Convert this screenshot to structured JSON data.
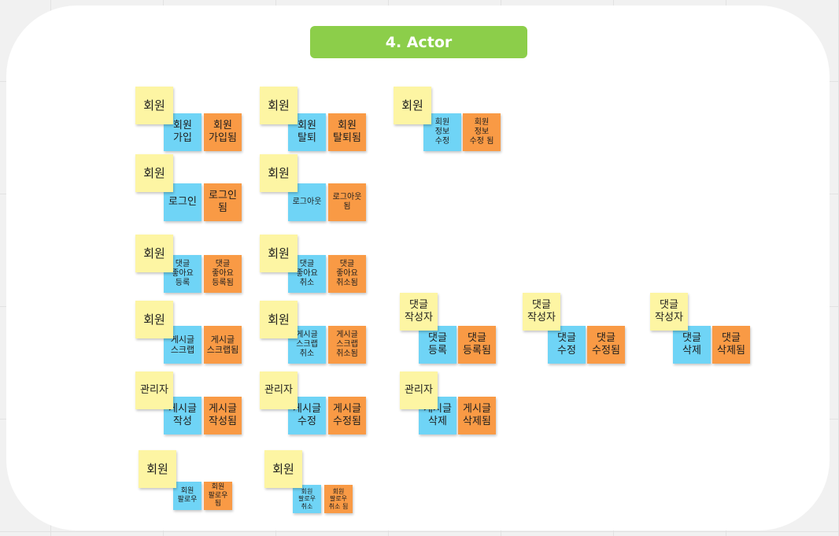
{
  "title": "4. Actor",
  "colors": {
    "actor": "#fdf5a3",
    "command": "#6fd4f6",
    "event": "#f99a45",
    "title_bg": "#8cce4a"
  },
  "groups": [
    {
      "actor": "회원",
      "command": "회원\n가입",
      "event": "회원\n가입됨"
    },
    {
      "actor": "회원",
      "command": "회원\n탈퇴",
      "event": "회원\n탈퇴됨"
    },
    {
      "actor": "회원",
      "command": "회원\n정보\n수정",
      "event": "회원\n정보\n수정 됨"
    },
    {
      "actor": "회원",
      "command": "로그인",
      "event": "로그인\n됨"
    },
    {
      "actor": "회원",
      "command": "로그아웃",
      "event": "로그아웃\n됨"
    },
    {
      "actor": "회원",
      "command": "댓글\n좋아요\n등록",
      "event": "댓글\n좋아요\n등록됨"
    },
    {
      "actor": "회원",
      "command": "댓글\n좋아요\n취소",
      "event": "댓글\n좋아요\n취소됨"
    },
    {
      "actor": "회원",
      "command": "게시글\n스크랩",
      "event": "게시글\n스크랩됨"
    },
    {
      "actor": "회원",
      "command": "게시글\n스크랩\n취소",
      "event": "게시글\n스크랩\n취소됨"
    },
    {
      "actor": "댓글\n작성자",
      "command": "댓글\n등록",
      "event": "댓글\n등록됨"
    },
    {
      "actor": "댓글\n작성자",
      "command": "댓글\n수정",
      "event": "댓글\n수정됨"
    },
    {
      "actor": "댓글\n작성자",
      "command": "댓글\n삭제",
      "event": "댓글\n삭제됨"
    },
    {
      "actor": "관리자",
      "command": "게시글\n작성",
      "event": "게시글\n작성됨"
    },
    {
      "actor": "관리자",
      "command": "게시글\n수정",
      "event": "게시글\n수정됨"
    },
    {
      "actor": "관리자",
      "command": "게시글\n삭제",
      "event": "게시글\n삭제됨"
    },
    {
      "actor": "회원",
      "command": "회원\n팔로우",
      "event": "회원\n팔로우\n됨"
    },
    {
      "actor": "회원",
      "command": "회원\n팔로우\n취소",
      "event": "회원\n팔로우\n취소 됨"
    }
  ]
}
